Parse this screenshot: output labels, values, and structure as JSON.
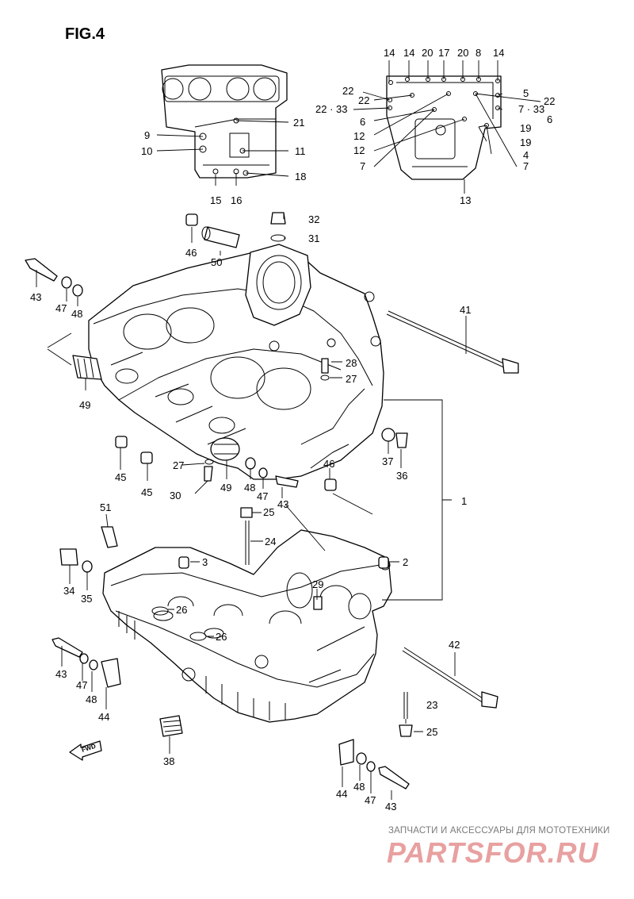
{
  "figure_title": "FIG.4",
  "fwd_label": "FWD",
  "watermark": {
    "caption": "ЗАПЧАСТИ И АКСЕССУАРЫ ДЛЯ МОТОТЕХНИКИ",
    "brand": "PARTSFOR.RU"
  },
  "callouts": {
    "c14a": "14",
    "c14b": "14",
    "c20a": "20",
    "c17": "17",
    "c20b": "20",
    "c8": "8",
    "c14c": "14",
    "c22a": "22",
    "c22b": "22",
    "c22c": "22 · 33",
    "c5": "5",
    "c22d": "22",
    "c733": "7 · 33",
    "c6a": "6",
    "c6b": "6",
    "c12a": "12",
    "c12b": "12",
    "c19a": "19",
    "c19b": "19",
    "c4": "4",
    "c7a": "7",
    "c7b": "7",
    "c13": "13",
    "c9": "9",
    "c10": "10",
    "c21": "21",
    "c11": "11",
    "c18": "18",
    "c15": "15",
    "c16": "16",
    "c32": "32",
    "c31": "31",
    "c46a": "46",
    "c50": "50",
    "c43a": "43",
    "c47a": "47",
    "c48a": "48",
    "c41": "41",
    "c28": "28",
    "c27a": "27",
    "c49a": "49",
    "c45a": "45",
    "c27b": "27",
    "c45b": "45",
    "c30": "30",
    "c49b": "49",
    "c48b": "48",
    "c47b": "47",
    "c43b": "43",
    "c46b": "46",
    "c37": "37",
    "c36": "36",
    "c1": "1",
    "c51": "51",
    "c25a": "25",
    "c24": "24",
    "c3": "3",
    "c2": "2",
    "c34": "34",
    "c35": "35",
    "c29": "29",
    "c26a": "26",
    "c26b": "26",
    "c42": "42",
    "c43c": "43",
    "c47c": "47",
    "c48c": "48",
    "c44a": "44",
    "c23": "23",
    "c25b": "25",
    "c38": "38",
    "c44b": "44",
    "c48d": "48",
    "c47d": "47",
    "c43d": "43"
  }
}
